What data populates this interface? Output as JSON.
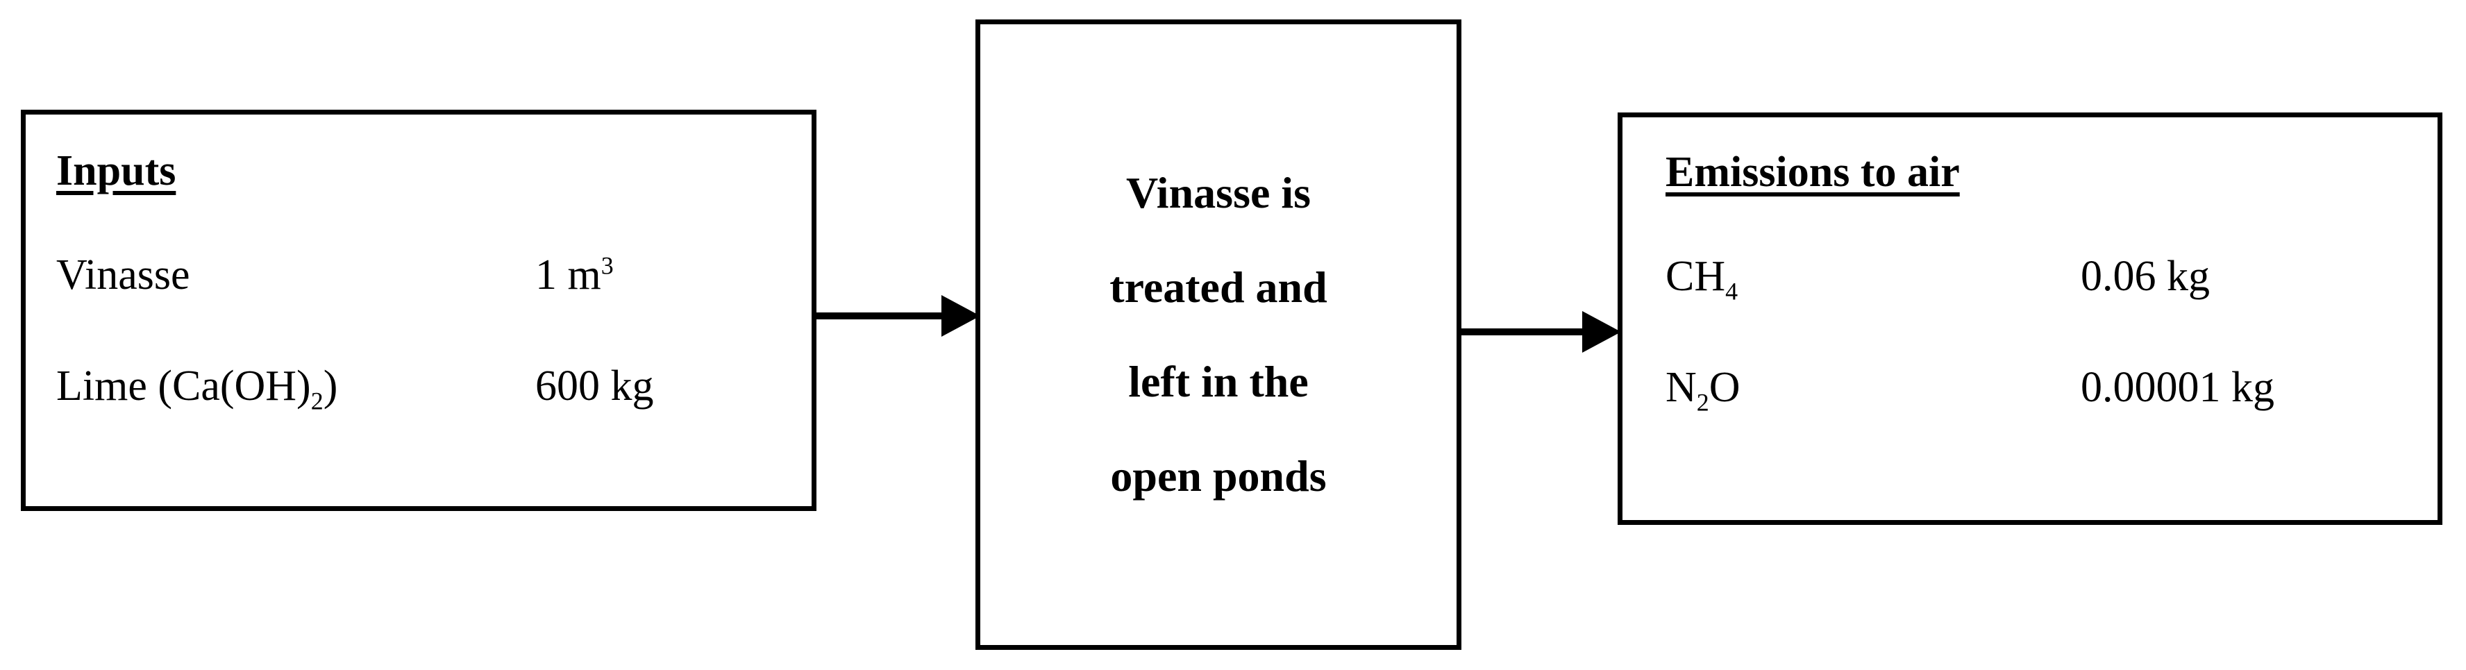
{
  "diagram": {
    "type": "process-flow",
    "orientation": "left-to-right",
    "background_color": "#ffffff",
    "line_color": "#000000"
  },
  "inputs_box": {
    "heading": "Inputs",
    "rows": [
      {
        "label_prefix": "Vinasse",
        "label_sub": "",
        "label_suffix": "",
        "value_main": "1 m",
        "value_sup": "3",
        "value_suffix": ""
      },
      {
        "label_prefix": "Lime (Ca(OH)",
        "label_sub": "2",
        "label_suffix": ")",
        "value_main": "600 kg",
        "value_sup": "",
        "value_suffix": ""
      }
    ]
  },
  "process_box": {
    "lines": [
      "Vinasse is",
      "treated and",
      "left in the",
      "open ponds"
    ]
  },
  "emissions_box": {
    "heading": "Emissions to air",
    "rows": [
      {
        "label_prefix": "CH",
        "label_sub": "4",
        "label_suffix": "",
        "value_main": "0.06 kg",
        "value_sup": "",
        "value_suffix": ""
      },
      {
        "label_prefix": "N",
        "label_sub": "2",
        "label_suffix": "O",
        "value_main": "0.00001 kg",
        "value_sup": "",
        "value_suffix": ""
      }
    ]
  },
  "arrows": [
    {
      "name": "arrow-inputs-to-process",
      "direction": "right"
    },
    {
      "name": "arrow-process-to-emissions",
      "direction": "right"
    }
  ]
}
